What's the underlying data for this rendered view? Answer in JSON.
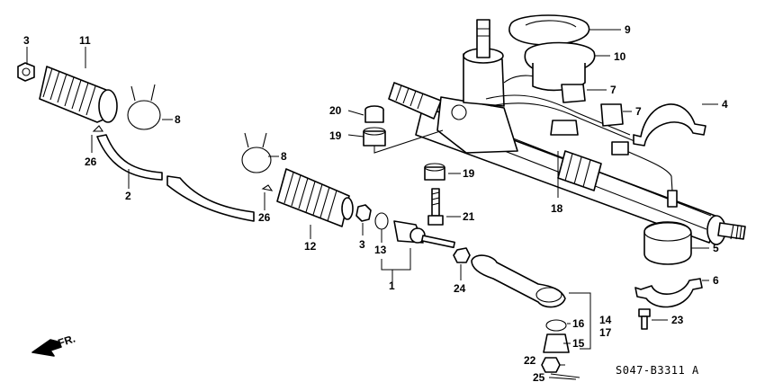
{
  "diagram": {
    "callouts": {
      "c1": "1",
      "c2": "2",
      "c3a": "3",
      "c3b": "3",
      "c4": "4",
      "c5": "5",
      "c6": "6",
      "c7a": "7",
      "c7b": "7",
      "c8a": "8",
      "c8b": "8",
      "c9": "9",
      "c10": "10",
      "c11": "11",
      "c12": "12",
      "c13": "13",
      "c14": "14",
      "c15": "15",
      "c16": "16",
      "c17": "17",
      "c18": "18",
      "c19a": "19",
      "c19b": "19",
      "c20": "20",
      "c21": "21",
      "c22": "22",
      "c23": "23",
      "c24": "24",
      "c25": "25",
      "c26a": "26",
      "c26b": "26"
    },
    "direction_label": "FR.",
    "drawing_code": "S047-B3311 A"
  }
}
